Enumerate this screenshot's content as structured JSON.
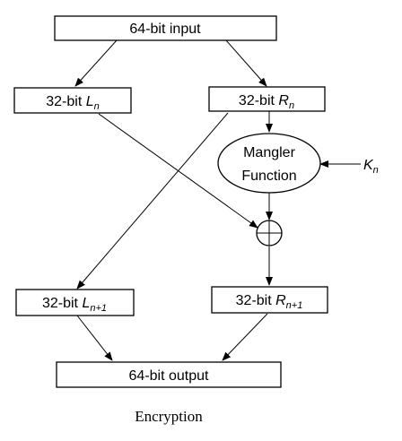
{
  "input_box": {
    "text": "64-bit input"
  },
  "left_half": {
    "prefix": "32-bit ",
    "var": "L",
    "sub": "n"
  },
  "right_half": {
    "prefix": "32-bit ",
    "var": "R",
    "sub": "n"
  },
  "mangler": {
    "line1": "Mangler",
    "line2": "Function"
  },
  "key": {
    "var": "K",
    "sub": "n"
  },
  "xor": {
    "symbol": "⊕"
  },
  "next_left": {
    "prefix": "32-bit ",
    "var": "L",
    "sub": "n+1"
  },
  "next_right": {
    "prefix": "32-bit ",
    "var": "R",
    "sub": "n+1"
  },
  "output_box": {
    "text": "64-bit output"
  },
  "caption": "Encryption"
}
